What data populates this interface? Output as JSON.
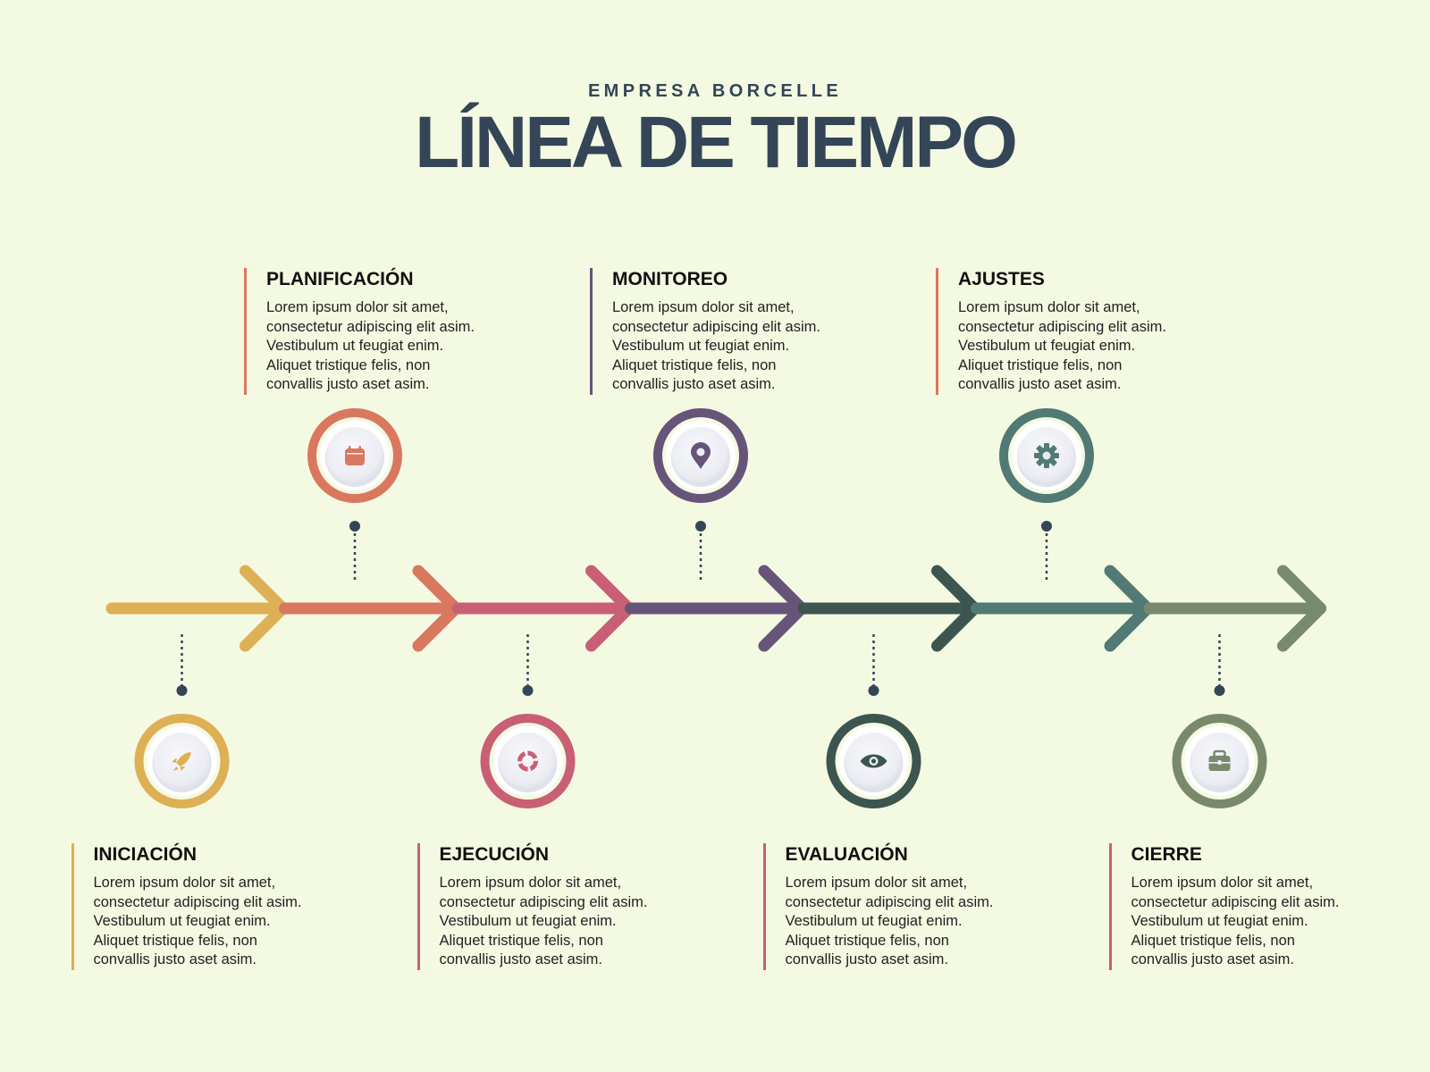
{
  "header": {
    "company": "EMPRESA BORCELLE",
    "title": "LÍNEA DE TIEMPO"
  },
  "stages": [
    {
      "id": "iniciacion",
      "title": "INICIACIÓN",
      "text": "Lorem ipsum dolor sit amet,\nconsectetur adipiscing elit asim.\nVestibulum ut feugiat enim.\nAliquet tristique felis, non\nconvallis justo aset asim.",
      "color": "#ddb055",
      "icon": "rocket-icon",
      "side": "below"
    },
    {
      "id": "planificacion",
      "title": "PLANIFICACIÓN",
      "text": "Lorem ipsum dolor sit amet,\nconsectetur adipiscing elit asim.\nVestibulum ut feugiat enim.\nAliquet tristique felis, non\nconvallis justo aset asim.",
      "color": "#d9775f",
      "icon": "calendar-icon",
      "side": "above"
    },
    {
      "id": "ejecucion",
      "title": "EJECUCIÓN",
      "text": "Lorem ipsum dolor sit amet,\nconsectetur adipiscing elit asim.\nVestibulum ut feugiat enim.\nAliquet tristique felis, non\nconvallis justo aset asim.",
      "color": "#c95f74",
      "icon": "progress-ring-icon",
      "side": "below"
    },
    {
      "id": "monitoreo",
      "title": "MONITOREO",
      "text": "Lorem ipsum dolor sit amet,\nconsectetur adipiscing elit asim.\nVestibulum ut feugiat enim.\nAliquet tristique felis, non\nconvallis justo aset asim.",
      "color": "#675479",
      "icon": "map-pin-icon",
      "side": "above"
    },
    {
      "id": "evaluacion",
      "title": "EVALUACIÓN",
      "text": "Lorem ipsum dolor sit amet,\nconsectetur adipiscing elit asim.\nVestibulum ut feugiat enim.\nAliquet tristique felis, non\nconvallis justo aset asim.",
      "color": "#3c554f",
      "icon": "eye-icon",
      "side": "below"
    },
    {
      "id": "ajustes",
      "title": "AJUSTES",
      "text": "Lorem ipsum dolor sit amet,\nconsectetur adipiscing elit asim.\nVestibulum ut feugiat enim.\nAliquet tristique felis, non\nconvallis justo aset asim.",
      "color": "#507a73",
      "icon": "gear-icon",
      "side": "above"
    },
    {
      "id": "cierre",
      "title": "CIERRE",
      "text": "Lorem ipsum dolor sit amet,\nconsectetur adipiscing elit asim.\nVestibulum ut feugiat enim.\nAliquet tristique felis, non\nconvallis justo aset asim.",
      "color": "#788a6b",
      "icon": "briefcase-icon",
      "side": "below"
    }
  ],
  "colors": {
    "background": "#f4f9e2",
    "ink": "#334556",
    "icon_face": "#ecedf3"
  }
}
